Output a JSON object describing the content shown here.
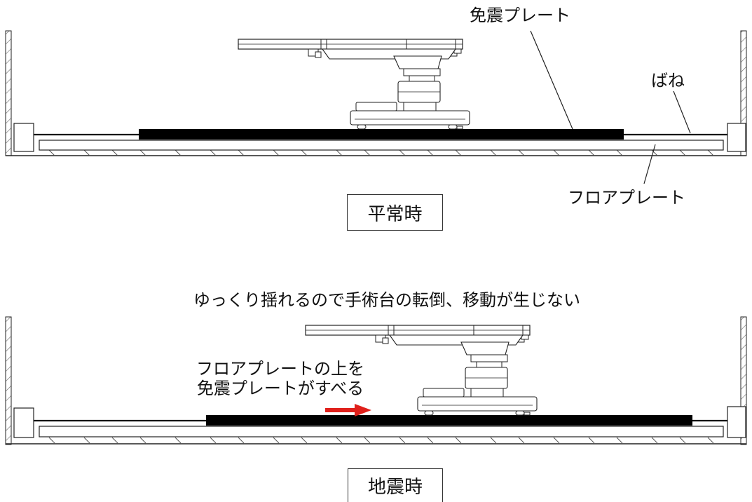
{
  "top": {
    "labels": {
      "isolation_plate": "免震プレート",
      "spring": "ばね",
      "floor_plate": "フロアプレート"
    },
    "state_box": "平常時"
  },
  "bottom": {
    "caption": "ゆっくり揺れるので手術台の転倒、移動が生じない",
    "slide_note": [
      "フロアプレートの上を",
      "免震プレートがすべる"
    ],
    "state_box": "地震時"
  },
  "colors": {
    "line": "#222222",
    "plate": "#000000",
    "arrow": "#e0201b",
    "hatch": "#555555"
  },
  "icons": {
    "arrow": "red-right-arrow-icon",
    "table": "operating-table-icon"
  }
}
